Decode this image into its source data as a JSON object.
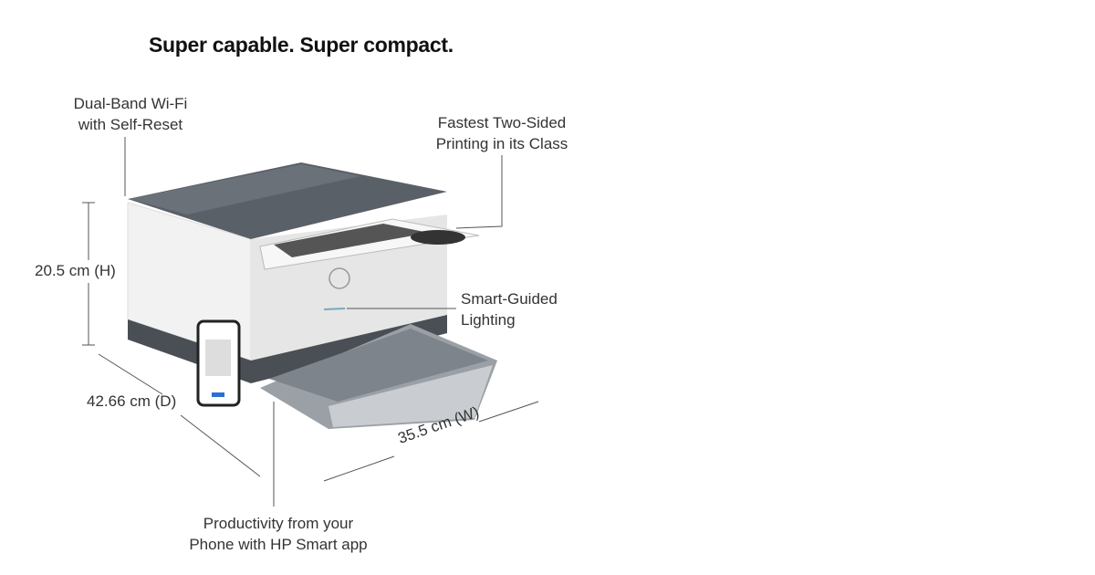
{
  "title": "Super capable. Super compact.",
  "callouts": {
    "wifi": [
      "Dual-Band Wi-Fi",
      "with Self-Reset"
    ],
    "duplex": [
      "Fastest Two-Sided",
      "Printing in its Class"
    ],
    "lighting": [
      "Smart-Guided",
      "Lighting"
    ],
    "app": [
      "Productivity from your",
      "Phone with HP Smart app"
    ]
  },
  "dimensions": {
    "height": "20.5 cm (H)",
    "depth": "42.66 cm (D)",
    "width": "35.5 cm (W)"
  },
  "colors": {
    "body": "#eeeeee",
    "top": "#4a4f55",
    "tray": "#8a9198"
  }
}
